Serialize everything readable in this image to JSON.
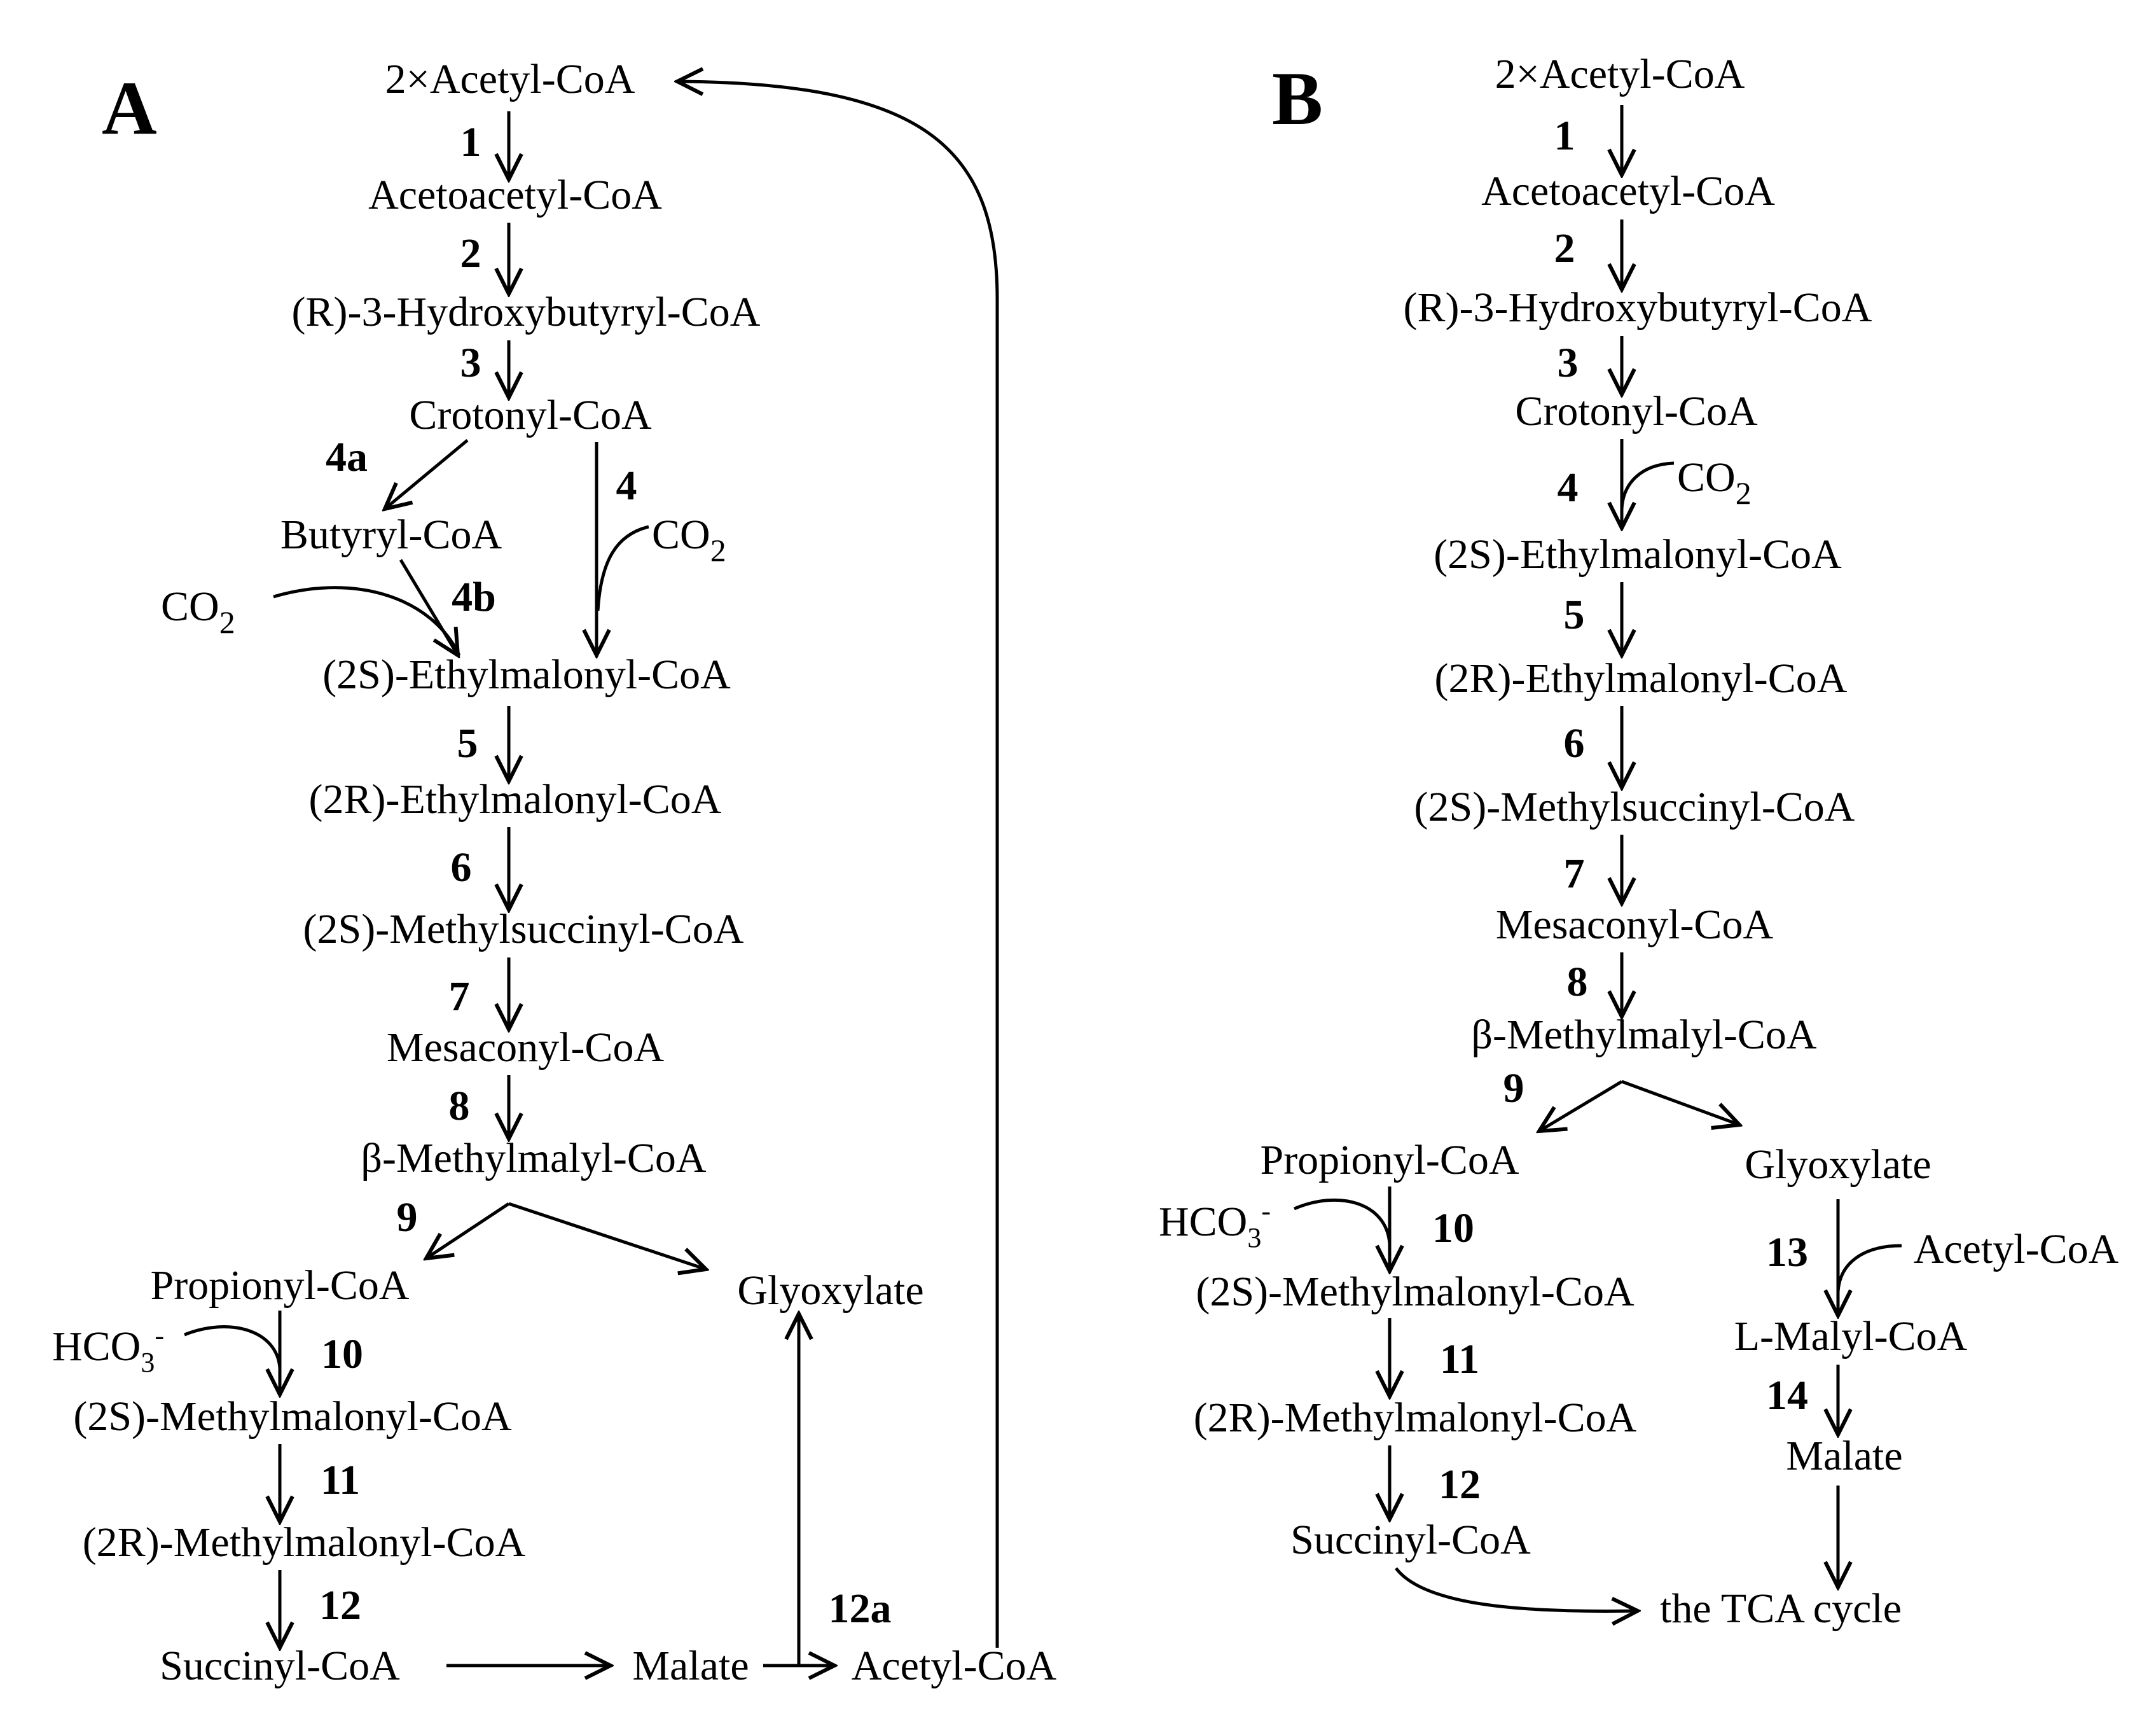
{
  "panel_a": {
    "letter": "A",
    "labels": {
      "acetyl_coa_2x": "2×Acetyl-CoA",
      "acetoacetyl_coa": "Acetoacetyl-CoA",
      "r3_hydroxybutyryl_coa": "(R)-3-Hydroxybutyryl-CoA",
      "crotonyl_coa": "Crotonyl-CoA",
      "butyryl_coa": "Butyryl-CoA",
      "s_ethylmalonyl_coa": "(2S)-Ethylmalonyl-CoA",
      "r_ethylmalonyl_coa": "(2R)-Ethylmalonyl-CoA",
      "s_methylsuccinyl_coa": "(2S)-Methylsuccinyl-CoA",
      "mesaconyl_coa": "Mesaconyl-CoA",
      "b_methylmalyl_coa": "β-Methylmalyl-CoA",
      "propionyl_coa": "Propionyl-CoA",
      "glyoxylate": "Glyoxylate",
      "s_methylmalonyl_coa": "(2S)-Methylmalonyl-CoA",
      "r_methylmalonyl_coa": "(2R)-Methylmalonyl-CoA",
      "succinyl_coa": "Succinyl-CoA",
      "malate": "Malate",
      "acetyl_coa": "Acetyl-CoA",
      "co2": "CO",
      "co2_sub": "2",
      "hco3": "HCO",
      "hco3_sub": "3",
      "hco3_sup": "-"
    },
    "steps": {
      "s1": "1",
      "s2": "2",
      "s3": "3",
      "s4": "4",
      "s4a": "4a",
      "s4b": "4b",
      "s5": "5",
      "s6": "6",
      "s7": "7",
      "s8": "8",
      "s9": "9",
      "s10": "10",
      "s11": "11",
      "s12": "12",
      "s12a": "12a"
    }
  },
  "panel_b": {
    "letter": "B",
    "labels": {
      "acetyl_coa_2x": "2×Acetyl-CoA",
      "acetoacetyl_coa": "Acetoacetyl-CoA",
      "r3_hydroxybutyryl_coa": "(R)-3-Hydroxybutyryl-CoA",
      "crotonyl_coa": "Crotonyl-CoA",
      "s_ethylmalonyl_coa": "(2S)-Ethylmalonyl-CoA",
      "r_ethylmalonyl_coa": "(2R)-Ethylmalonyl-CoA",
      "s_methylsuccinyl_coa": "(2S)-Methylsuccinyl-CoA",
      "mesaconyl_coa": "Mesaconyl-CoA",
      "b_methylmalyl_coa": "β-Methylmalyl-CoA",
      "propionyl_coa": "Propionyl-CoA",
      "glyoxylate": "Glyoxylate",
      "s_methylmalonyl_coa": "(2S)-Methylmalonyl-CoA",
      "r_methylmalonyl_coa": "(2R)-Methylmalonyl-CoA",
      "succinyl_coa": "Succinyl-CoA",
      "acetyl_coa": "Acetyl-CoA",
      "l_malyl_coa": "L-Malyl-CoA",
      "malate": "Malate",
      "tca_cycle": "the TCA cycle",
      "co2": "CO",
      "co2_sub": "2",
      "hco3": "HCO",
      "hco3_sub": "3",
      "hco3_sup": "-"
    },
    "steps": {
      "s1": "1",
      "s2": "2",
      "s3": "3",
      "s4": "4",
      "s5": "5",
      "s6": "6",
      "s7": "7",
      "s8": "8",
      "s9": "9",
      "s10": "10",
      "s11": "11",
      "s12": "12",
      "s13": "13",
      "s14": "14"
    }
  }
}
